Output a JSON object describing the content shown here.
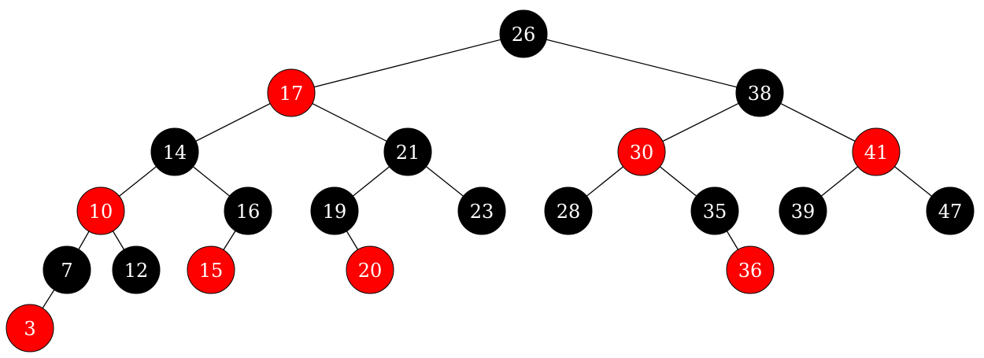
{
  "colors": {
    "black_node": "#000000",
    "red_node": "#ff0000",
    "label": "#ffffff",
    "edge": "#000000",
    "background": "#ffffff"
  },
  "tree": {
    "nodes": [
      {
        "id": "n26",
        "key": "26",
        "color": "black"
      },
      {
        "id": "n17",
        "key": "17",
        "color": "red"
      },
      {
        "id": "n38",
        "key": "38",
        "color": "black"
      },
      {
        "id": "n14",
        "key": "14",
        "color": "black"
      },
      {
        "id": "n21",
        "key": "21",
        "color": "black"
      },
      {
        "id": "n30",
        "key": "30",
        "color": "red"
      },
      {
        "id": "n41",
        "key": "41",
        "color": "red"
      },
      {
        "id": "n10",
        "key": "10",
        "color": "red"
      },
      {
        "id": "n16",
        "key": "16",
        "color": "black"
      },
      {
        "id": "n19",
        "key": "19",
        "color": "black"
      },
      {
        "id": "n23",
        "key": "23",
        "color": "black"
      },
      {
        "id": "n28",
        "key": "28",
        "color": "black"
      },
      {
        "id": "n35",
        "key": "35",
        "color": "black"
      },
      {
        "id": "n39",
        "key": "39",
        "color": "black"
      },
      {
        "id": "n47",
        "key": "47",
        "color": "black"
      },
      {
        "id": "n7",
        "key": "7",
        "color": "black"
      },
      {
        "id": "n12",
        "key": "12",
        "color": "black"
      },
      {
        "id": "n15",
        "key": "15",
        "color": "red"
      },
      {
        "id": "n20",
        "key": "20",
        "color": "red"
      },
      {
        "id": "n36",
        "key": "36",
        "color": "red"
      },
      {
        "id": "n3",
        "key": "3",
        "color": "red"
      }
    ],
    "edges": [
      [
        "n26",
        "n17"
      ],
      [
        "n26",
        "n38"
      ],
      [
        "n17",
        "n14"
      ],
      [
        "n17",
        "n21"
      ],
      [
        "n38",
        "n30"
      ],
      [
        "n38",
        "n41"
      ],
      [
        "n14",
        "n10"
      ],
      [
        "n14",
        "n16"
      ],
      [
        "n21",
        "n19"
      ],
      [
        "n21",
        "n23"
      ],
      [
        "n30",
        "n28"
      ],
      [
        "n30",
        "n35"
      ],
      [
        "n41",
        "n39"
      ],
      [
        "n41",
        "n47"
      ],
      [
        "n10",
        "n7"
      ],
      [
        "n10",
        "n12"
      ],
      [
        "n16",
        "n15"
      ],
      [
        "n19",
        "n20"
      ],
      [
        "n35",
        "n36"
      ],
      [
        "n7",
        "n3"
      ]
    ]
  }
}
